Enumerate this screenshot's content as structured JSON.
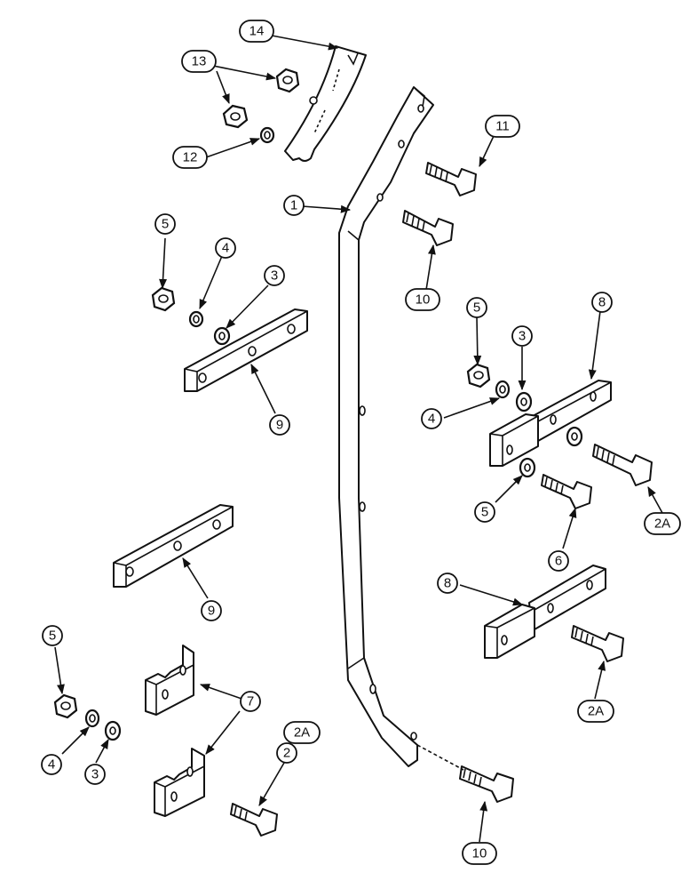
{
  "diagram": {
    "callouts": [
      {
        "id": "c14",
        "label": "14"
      },
      {
        "id": "c13",
        "label": "13"
      },
      {
        "id": "c12",
        "label": "12"
      },
      {
        "id": "c11",
        "label": "11"
      },
      {
        "id": "c1",
        "label": "1"
      },
      {
        "id": "c10a",
        "label": "10"
      },
      {
        "id": "c5a",
        "label": "5"
      },
      {
        "id": "c4a",
        "label": "4"
      },
      {
        "id": "c3a",
        "label": "3"
      },
      {
        "id": "c9a",
        "label": "9"
      },
      {
        "id": "c5b",
        "label": "5"
      },
      {
        "id": "c3b",
        "label": "3"
      },
      {
        "id": "c8a",
        "label": "8"
      },
      {
        "id": "c4b",
        "label": "4"
      },
      {
        "id": "c5c",
        "label": "5"
      },
      {
        "id": "c2Aa",
        "label": "2A"
      },
      {
        "id": "c6",
        "label": "6"
      },
      {
        "id": "c9b",
        "label": "9"
      },
      {
        "id": "c8b",
        "label": "8"
      },
      {
        "id": "c2Ab",
        "label": "2A"
      },
      {
        "id": "c5d",
        "label": "5"
      },
      {
        "id": "c7",
        "label": "7"
      },
      {
        "id": "c4c",
        "label": "4"
      },
      {
        "id": "c3c",
        "label": "3"
      },
      {
        "id": "c2Ac",
        "label": "2A"
      },
      {
        "id": "c2",
        "label": "2"
      },
      {
        "id": "c10b",
        "label": "10"
      }
    ]
  }
}
